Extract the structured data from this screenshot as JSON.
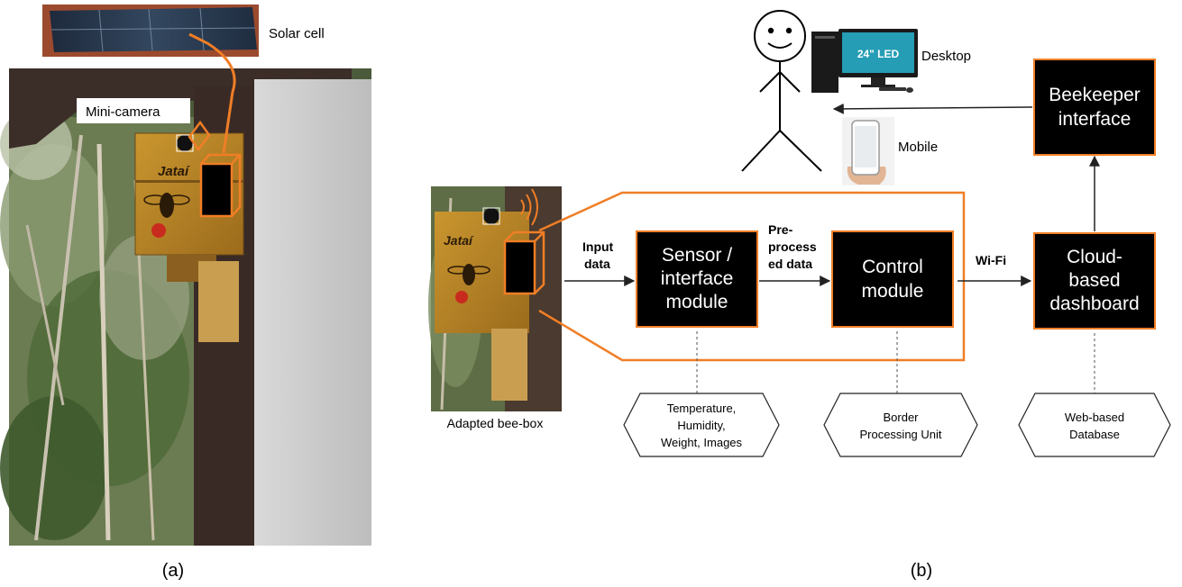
{
  "panel_a": {
    "caption": "(a)",
    "solar_label": "Solar cell",
    "camera_label": "Mini-camera",
    "box_brand": "Jataí"
  },
  "panel_b": {
    "caption": "(b)",
    "beebox_label": "Adapted bee-box",
    "brand": "Jataí",
    "desktop_label": "Desktop",
    "mobile_label": "Mobile",
    "monitor_text": "24\" LED",
    "input_label": [
      "Input",
      "data"
    ],
    "preprocess_label": [
      "Pre-",
      "process",
      "ed data"
    ],
    "wifi_label": "Wi-Fi",
    "sensor_module": [
      "Sensor /",
      "interface",
      "module"
    ],
    "control_module": [
      "Control",
      "module"
    ],
    "cloud_dashboard": [
      "Cloud-",
      "based",
      "dashboard"
    ],
    "beekeeper_interface": [
      "Beekeeper",
      "interface"
    ],
    "sensor_hex": [
      "Temperature,",
      "Humidity,",
      "Weight, Images"
    ],
    "control_hex": [
      "Border",
      "Processing Unit"
    ],
    "cloud_hex": [
      "Web-based",
      "Database"
    ]
  },
  "colors": {
    "accent": "#f07e26",
    "box": "#000000"
  }
}
